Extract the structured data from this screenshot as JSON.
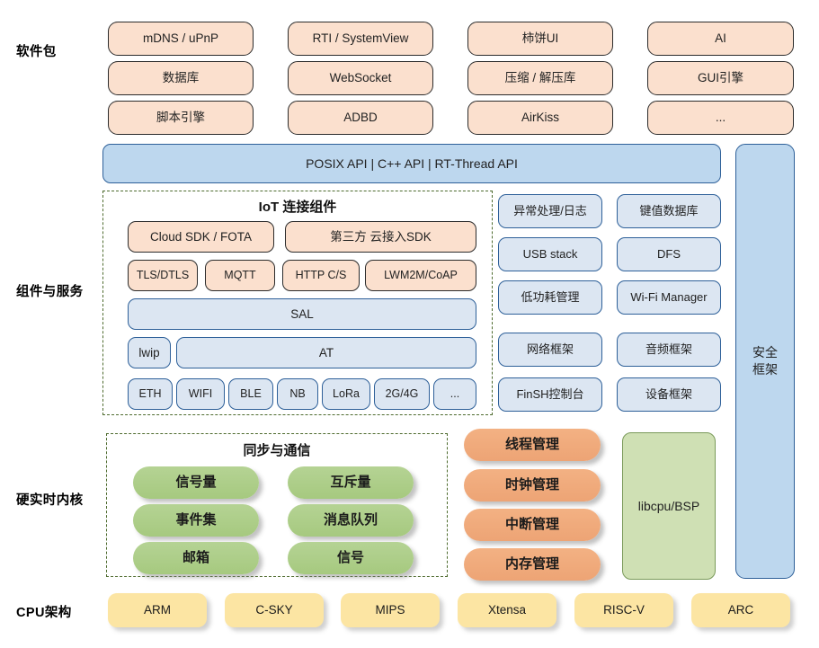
{
  "diagram": {
    "title": "RT-Thread Architecture Stack",
    "colors": {
      "peach": "#fbe0ce",
      "light_blue": "#dce6f2",
      "medium_blue": "#bdd7ee",
      "green_pill": "#aacd8a",
      "orange_pill": "#f3b183",
      "green_box": "#cfe0b4",
      "yellow": "#fce5a3",
      "dash_border": "#4e6b2e",
      "blue_border": "#2e6099",
      "dark_border": "#2b2b2b"
    }
  },
  "row_labels": {
    "software_packages": "软件包",
    "components_services": "组件与服务",
    "hard_realtime_kernel": "硬实时内核",
    "cpu_architecture": "CPU架构"
  },
  "software_packages": {
    "columns": [
      [
        "mDNS / uPnP",
        "数据库",
        "脚本引擎"
      ],
      [
        "RTI / SystemView",
        "WebSocket",
        "ADBD"
      ],
      [
        "柿饼UI",
        "压缩 / 解压库",
        "AirKiss"
      ],
      [
        "AI",
        "GUI引擎",
        "..."
      ]
    ]
  },
  "api_bar": {
    "text": "POSIX API  |  C++ API  |  RT-Thread API"
  },
  "iot_group": {
    "title": "IoT 连接组件",
    "row_sdk": [
      "Cloud SDK / FOTA",
      "第三方 云接入SDK"
    ],
    "row_protocols": [
      "TLS/DTLS",
      "MQTT",
      "HTTP C/S",
      "LWM2M/CoAP"
    ],
    "sal": "SAL",
    "row_at": [
      "lwip",
      "AT"
    ],
    "row_links": [
      "ETH",
      "WIFI",
      "BLE",
      "NB",
      "LoRa",
      "2G/4G",
      "..."
    ]
  },
  "components": {
    "left_column": [
      "异常处理/日志",
      "USB stack",
      "低功耗管理",
      "网络框架",
      "FinSH控制台"
    ],
    "right_column": [
      "键值数据库",
      "DFS",
      "Wi-Fi Manager",
      "音频框架",
      "设备框架"
    ]
  },
  "security_framework": {
    "label": "安全\n框架"
  },
  "kernel": {
    "sync_group_title": "同步与通信",
    "sync_left": [
      "信号量",
      "事件集",
      "邮箱"
    ],
    "sync_right": [
      "互斥量",
      "消息队列",
      "信号"
    ],
    "management": [
      "线程管理",
      "时钟管理",
      "中断管理",
      "内存管理"
    ],
    "libcpu": "libcpu/BSP"
  },
  "cpu_architecture": {
    "items": [
      "ARM",
      "C-SKY",
      "MIPS",
      "Xtensa",
      "RISC-V",
      "ARC"
    ]
  }
}
